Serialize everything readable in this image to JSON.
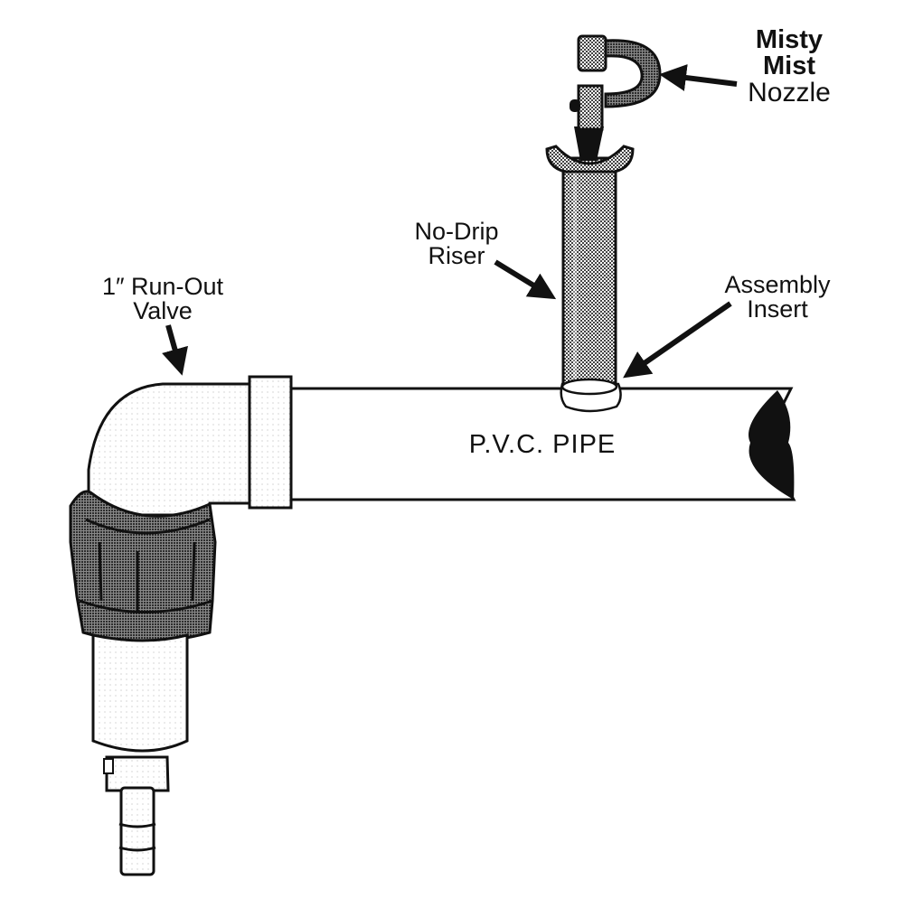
{
  "diagram": {
    "title": "Misting system assembly",
    "labels": {
      "nozzle": [
        "Misty",
        "Mist",
        "Nozzle"
      ],
      "riser": [
        "No-Drip",
        "Riser"
      ],
      "insert": [
        "Assembly",
        "Insert"
      ],
      "valve": [
        "1″ Run-Out",
        "Valve"
      ],
      "pipe": "P.V.C. PIPE"
    },
    "components": [
      {
        "id": "nozzle",
        "name": "Misty Mist Nozzle"
      },
      {
        "id": "riser",
        "name": "No-Drip Riser"
      },
      {
        "id": "insert",
        "name": "Assembly Insert"
      },
      {
        "id": "valve",
        "name": "1″ Run-Out Valve"
      },
      {
        "id": "pipe",
        "name": "P.V.C. Pipe"
      }
    ],
    "colors": {
      "ink": "#111111",
      "paper": "#ffffff",
      "shade_light": "#ececec",
      "shade_mid": "#9a9a9a",
      "shade_dark": "#555555"
    }
  }
}
